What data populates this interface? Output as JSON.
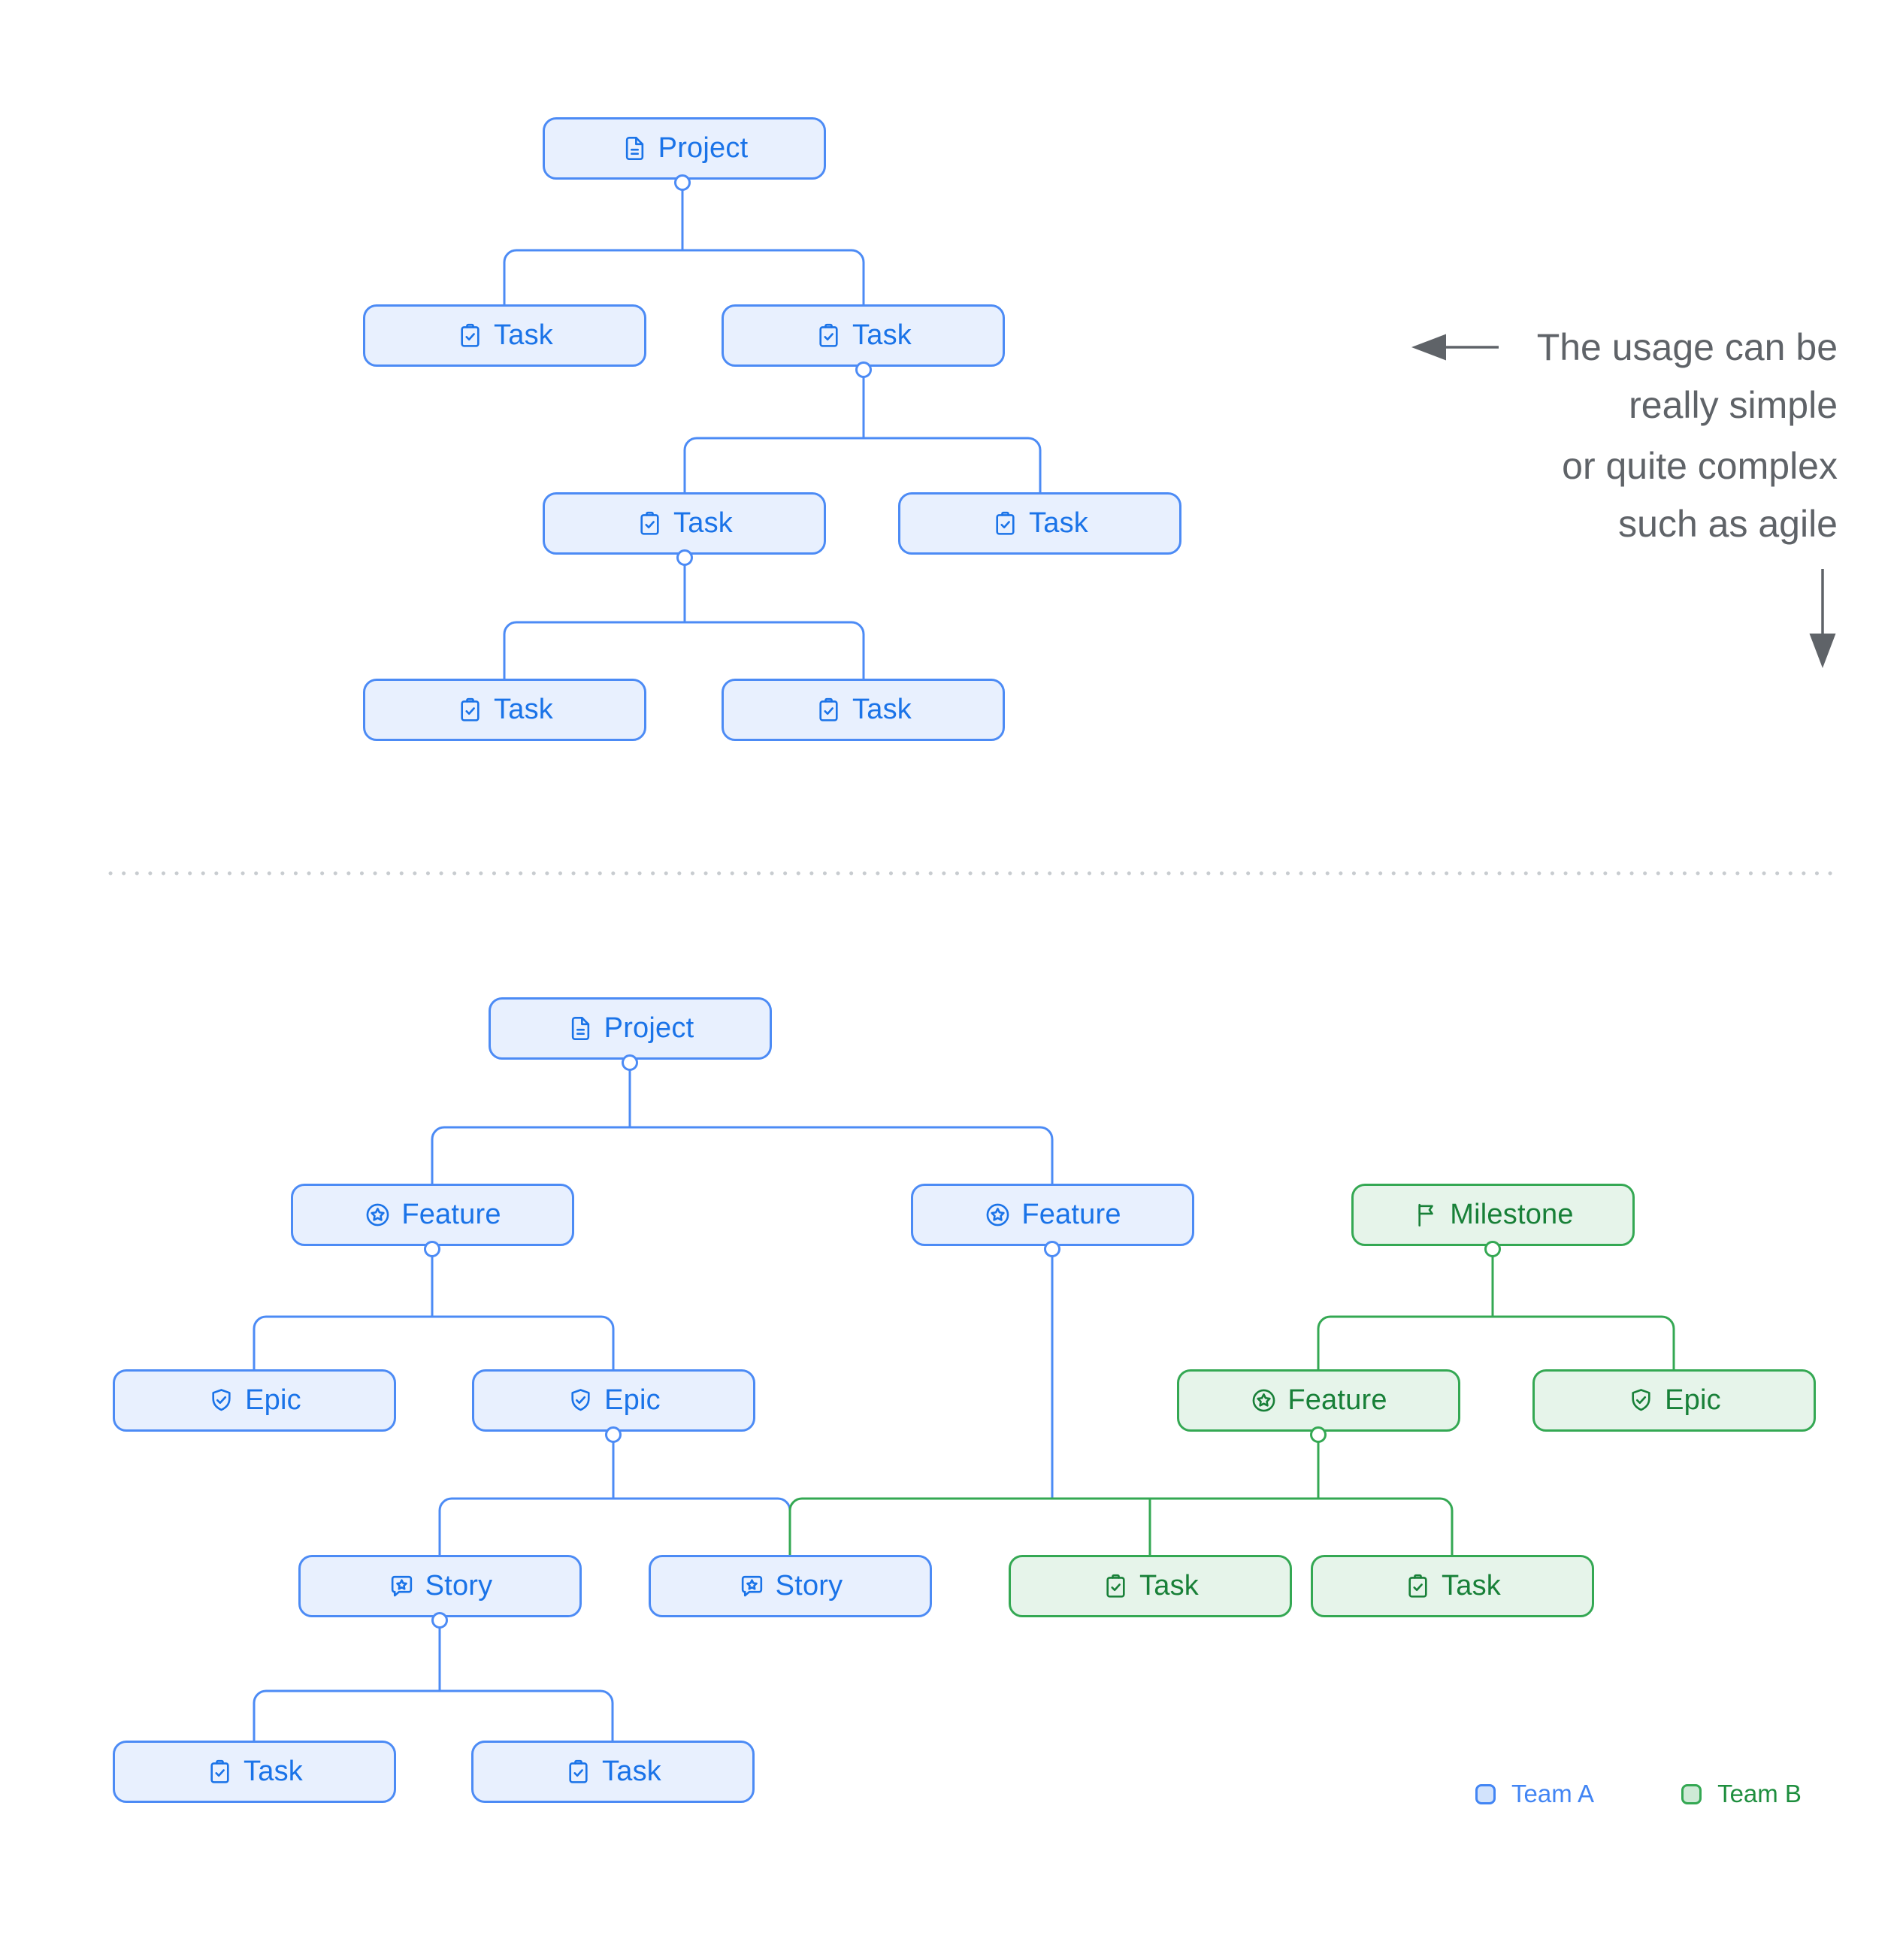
{
  "colors": {
    "blue-border": "#4c8bf5",
    "blue-fill": "#e8f0fe",
    "blue-text": "#1a73e8",
    "green-border": "#34a853",
    "green-fill": "#e6f4ea",
    "green-text": "#188038",
    "gray-text": "#5f6368",
    "divider": "#c8ccd0",
    "legend-a-text": "#4285f4",
    "legend-a-fill": "#d2e3fc",
    "legend-a-border": "#4285f4",
    "legend-b-text": "#1e8e3e",
    "legend-b-fill": "#ceead6",
    "legend-b-border": "#34a853"
  },
  "annotation": {
    "line1": "The usage can be",
    "line2": "really simple",
    "line3": "or quite complex",
    "line4": "such as agile"
  },
  "legend": {
    "team_a": "Team A",
    "team_b": "Team B"
  },
  "diagram_simple": {
    "nodes": {
      "project": {
        "label": "Project",
        "icon": "document-icon",
        "team": "A"
      },
      "task_1": {
        "label": "Task",
        "icon": "task-icon",
        "team": "A"
      },
      "task_2": {
        "label": "Task",
        "icon": "task-icon",
        "team": "A"
      },
      "task_3": {
        "label": "Task",
        "icon": "task-icon",
        "team": "A"
      },
      "task_4": {
        "label": "Task",
        "icon": "task-icon",
        "team": "A"
      },
      "task_5": {
        "label": "Task",
        "icon": "task-icon",
        "team": "A"
      },
      "task_6": {
        "label": "Task",
        "icon": "task-icon",
        "team": "A"
      }
    }
  },
  "diagram_agile": {
    "nodes": {
      "project": {
        "label": "Project",
        "icon": "document-icon",
        "team": "A"
      },
      "feature_1": {
        "label": "Feature",
        "icon": "feature-icon",
        "team": "A"
      },
      "feature_2": {
        "label": "Feature",
        "icon": "feature-icon",
        "team": "A"
      },
      "milestone": {
        "label": "Milestone",
        "icon": "milestone-icon",
        "team": "B"
      },
      "epic_1": {
        "label": "Epic",
        "icon": "epic-icon",
        "team": "A"
      },
      "epic_2": {
        "label": "Epic",
        "icon": "epic-icon",
        "team": "A"
      },
      "feature_3": {
        "label": "Feature",
        "icon": "feature-icon",
        "team": "B"
      },
      "epic_3": {
        "label": "Epic",
        "icon": "epic-icon",
        "team": "B"
      },
      "story_1": {
        "label": "Story",
        "icon": "story-icon",
        "team": "A"
      },
      "story_2": {
        "label": "Story",
        "icon": "story-icon",
        "team": "A"
      },
      "task_b1": {
        "label": "Task",
        "icon": "task-icon",
        "team": "B"
      },
      "task_b2": {
        "label": "Task",
        "icon": "task-icon",
        "team": "B"
      },
      "task_a1": {
        "label": "Task",
        "icon": "task-icon",
        "team": "A"
      },
      "task_a2": {
        "label": "Task",
        "icon": "task-icon",
        "team": "A"
      }
    }
  }
}
